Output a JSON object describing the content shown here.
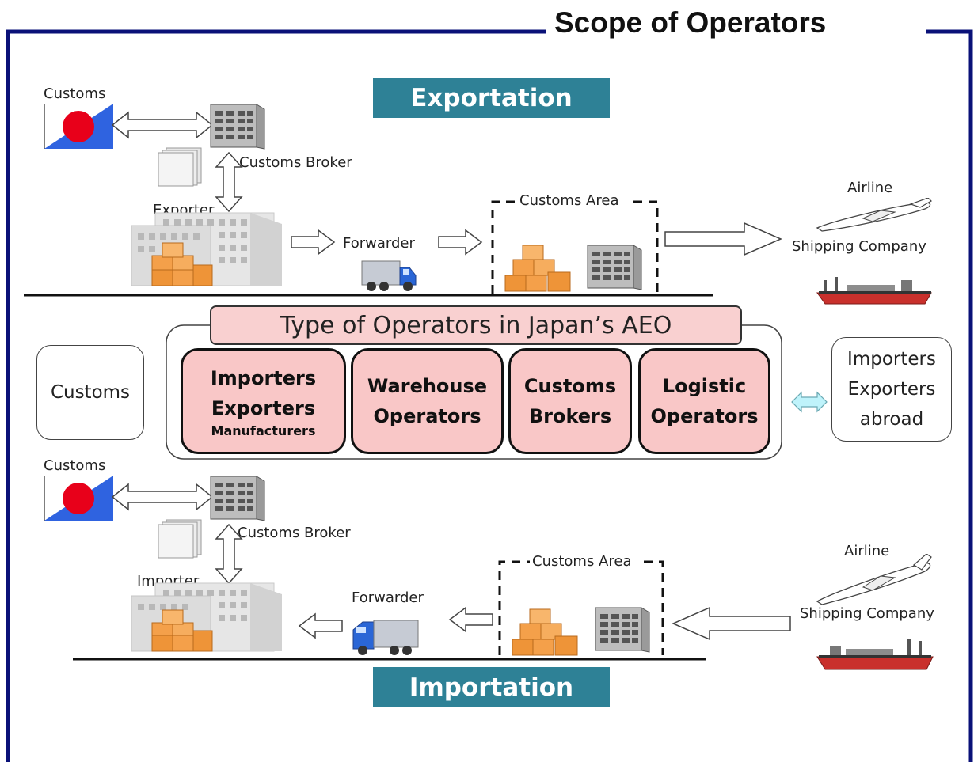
{
  "title": "Scope of Operators",
  "export_section": {
    "banner": "Exportation",
    "customs_label": "Customs",
    "broker_label": "Customs Broker",
    "party_label": "Exporter",
    "forwarder_label": "Forwarder",
    "customs_area_label": "Customs Area",
    "airline_label": "Airline",
    "shipping_label": "Shipping Company"
  },
  "aeo": {
    "header": "Type of Operators in Japan’s AEO",
    "operators": [
      {
        "line1": "Importers",
        "line2": "Exporters",
        "sub": "Manufacturers"
      },
      {
        "line1": "Warehouse",
        "line2": "Operators"
      },
      {
        "line1": "Customs",
        "line2": "Brokers"
      },
      {
        "line1": "Logistic",
        "line2": "Operators"
      }
    ],
    "left_box": "Customs",
    "right_box": [
      "Importers",
      "Exporters",
      "abroad"
    ]
  },
  "import_section": {
    "banner": "Importation",
    "customs_label": "Customs",
    "broker_label": "Customs Broker",
    "party_label": "Importer",
    "forwarder_label": "Forwarder",
    "customs_area_label": "Customs Area",
    "airline_label": "Airline",
    "shipping_label": "Shipping Company"
  },
  "colors": {
    "frame": "#0a1178",
    "banner": "#2e8196",
    "pink": "#f9c7c7",
    "exchange_arrow": "#bff3fb",
    "japan_red": "#e8001a",
    "customs_blue": "#2f63e0",
    "box_orange": "#f4a04a"
  }
}
